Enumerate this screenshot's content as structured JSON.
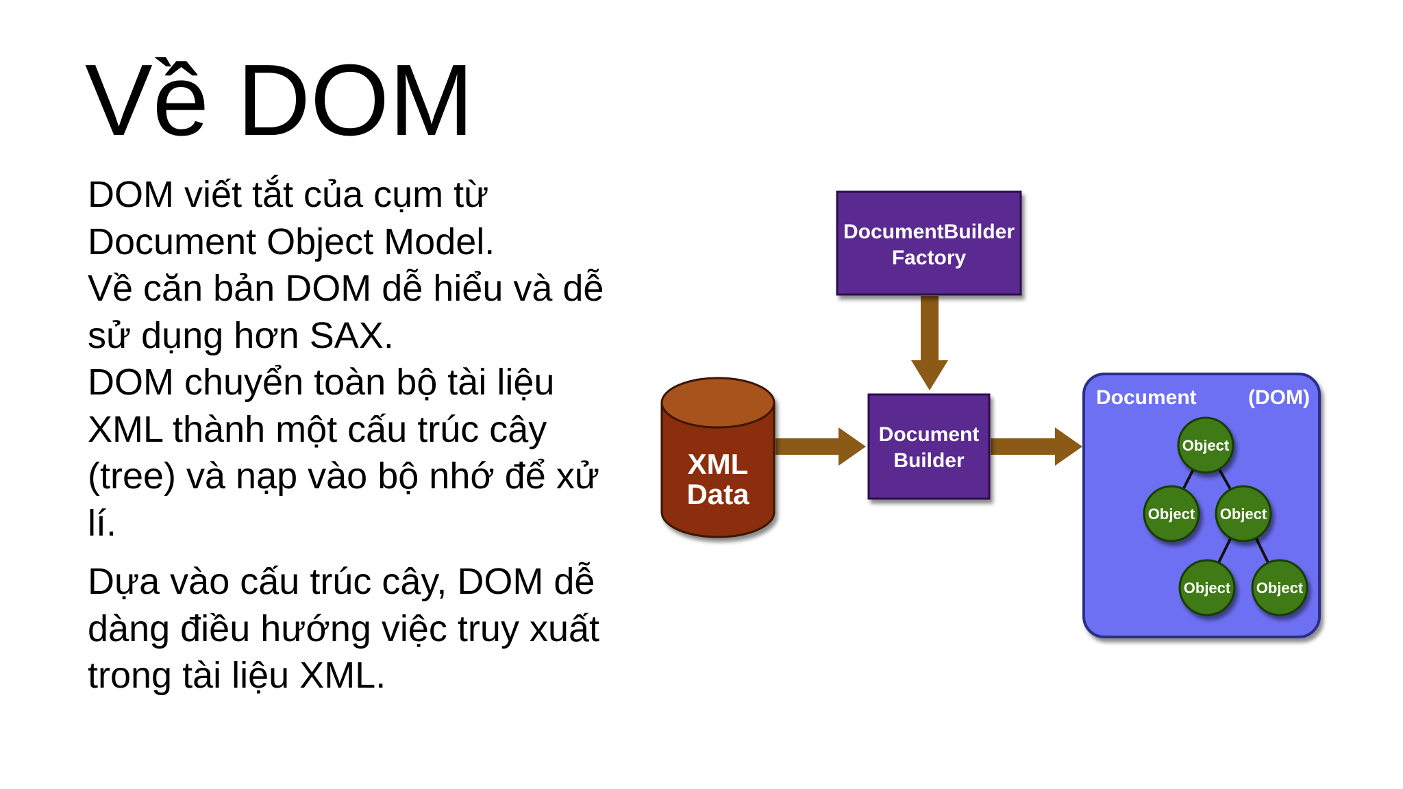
{
  "slide": {
    "title": "Về DOM",
    "paragraphs": [
      "DOM viết tắt của cụm từ\nDocument Object Model.\nVề căn bản DOM dễ hiểu và dễ\nsử dụng hơn SAX.\nDOM chuyển toàn bộ tài liệu\nXML thành một cấu trúc cây\n(tree) và nạp vào bộ nhớ để xử\nlí.",
      "Dựa vào cấu trúc cây, DOM dễ\ndàng điều hướng việc truy xuất\ntrong tài liệu XML."
    ]
  },
  "diagram": {
    "factory": {
      "line1": "DocumentBuilder",
      "line2": "Factory"
    },
    "builder": {
      "line1": "Document",
      "line2": "Builder"
    },
    "xml_data": {
      "line1": "XML",
      "line2": "Data"
    },
    "document": {
      "label": "Document",
      "dom_label": "(DOM)"
    },
    "objects": [
      "Object",
      "Object",
      "Object",
      "Object",
      "Object"
    ],
    "colors": {
      "box_purple": "#5a2a91",
      "arrow_brown": "#8a5a16",
      "cylinder": "#8b2e0c",
      "document_bg": "#6d6ff2",
      "object_green": "#3f7a12"
    }
  }
}
